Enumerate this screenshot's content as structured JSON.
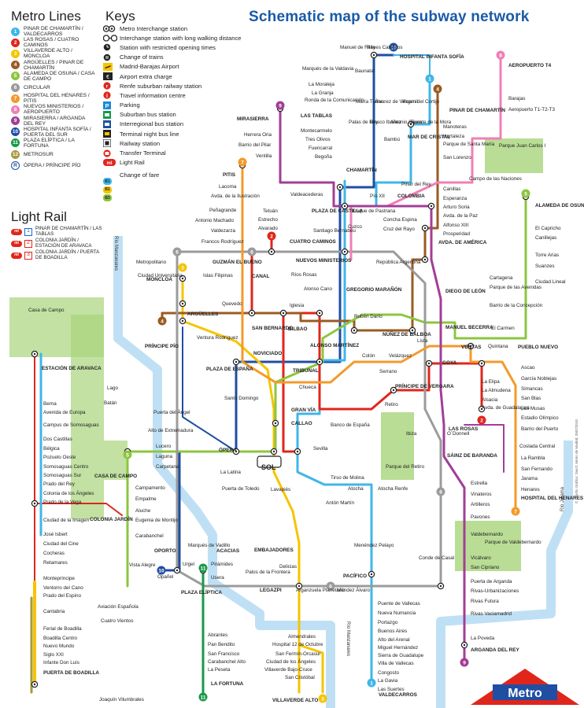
{
  "title": "Schematic map of the subway network",
  "metro_lines_heading": "Metro Lines",
  "keys_heading": "Keys",
  "light_rail_heading": "Light Rail",
  "colors": {
    "l1": "#3fb6e8",
    "l2": "#e0261b",
    "l3": "#f6c400",
    "l4": "#9a5b22",
    "l5": "#8cc63f",
    "l6": "#9b9b9b",
    "l7": "#f39a2a",
    "l8": "#f07fb6",
    "l9": "#a23e96",
    "l10": "#1f4ea3",
    "l11": "#179a48",
    "l12": "#a49a3d",
    "r": "#1f4ea3",
    "brand": "#1a5aa8",
    "metro_red": "#e0261b"
  },
  "lines": [
    {
      "num": "1",
      "text": "PINAR DE CHAMARTÍN / VALDECARROS",
      "color": "#3fb6e8"
    },
    {
      "num": "2",
      "text": "LAS ROSAS / CUATRO CAMINOS",
      "color": "#e0261b"
    },
    {
      "num": "3",
      "text": "VILLAVERDE ALTO / MONCLOA",
      "color": "#f6c400"
    },
    {
      "num": "4",
      "text": "ARGÜELLES / PINAR DE CHAMARTÍN",
      "color": "#9a5b22"
    },
    {
      "num": "5",
      "text": "ALAMEDA DE OSUNA / CASA DE CAMPO",
      "color": "#8cc63f"
    },
    {
      "num": "6",
      "text": "CIRCULAR",
      "color": "#9b9b9b"
    },
    {
      "num": "7",
      "text": "HOSPITAL DEL HENARES / PITIS",
      "color": "#f39a2a"
    },
    {
      "num": "8",
      "text": "NUEVOS MINISTERIOS / AEROPUERTO",
      "color": "#f07fb6"
    },
    {
      "num": "9",
      "text": "MIRASIERRA / ARGANDA DEL REY",
      "color": "#a23e96"
    },
    {
      "num": "10",
      "text": "HOSPITAL INFANTA SOFÍA / PUERTA DEL SUR",
      "color": "#1f4ea3"
    },
    {
      "num": "11",
      "text": "PLAZA ELÍPTICA / LA FORTUNA",
      "color": "#179a48"
    },
    {
      "num": "12",
      "text": "METROSUR",
      "color": "#a49a3d"
    },
    {
      "num": "R",
      "text": "ÓPERA / PRÍNCIPE PÍO",
      "color": "#ffffff"
    }
  ],
  "keys": [
    "Metro Interchange station",
    "Interchange station with long walking distance",
    "Station with restricted opening times",
    "Change of trains",
    "Madrid-Barajas Airport",
    "Airport extra charge",
    "Renfe suburban railway station",
    "Travel information centre",
    "Parking",
    "Suburban bus station",
    "Interregional bus station",
    "Terminal night bus line",
    "Railway station",
    "Transfer Terminal",
    "Light Rail",
    "Change of fare"
  ],
  "fare_badges": [
    "B1",
    "B2",
    "B3"
  ],
  "light_rail": [
    {
      "num": "1",
      "text": "PINAR DE CHAMARTÍN / LAS TABLAS"
    },
    {
      "num": "2",
      "text": "COLONIA JARDÍN / ESTACIÓN DE ARAVACA"
    },
    {
      "num": "3",
      "text": "COLONIA JARDÍN / PUERTA DE BOADILLA"
    }
  ],
  "stations": {
    "hospital_infanta_sofia": "HOSPITAL INFANTA SOFÍA",
    "manuel_de_falla": "Manuel de Falla",
    "reyes_catolicos": "Reyes Católicos",
    "baunatal": "Baunatal",
    "marques_valdavia": "Marqués de la Valdavia",
    "la_moraleja": "La Moraleja",
    "la_granja": "La Granja",
    "ronda_comunicacion": "Ronda de la Comunicación",
    "las_tablas": "LAS TABLAS",
    "montecarmelo": "Montecarmelo",
    "tres_olivos": "Tres Olivos",
    "fuencarral": "Fuencarral",
    "begona": "Begoña",
    "chamartin": "CHAMARTÍN",
    "maria_tudor": "María Tudor",
    "alvarez_villaamil": "Álvarez de Villaamil",
    "virgen_cortijo": "Virgen del Cortijo",
    "palas_de_rey": "Palas de Rey",
    "blasco_ibanez": "Blasco Ibáñez",
    "antonio_saura": "Antonio Saura",
    "fuente_mora": "Fuente de la Mora",
    "bambu": "Bambú",
    "pinar_chamartin": "PINAR DE CHAMARTÍN",
    "aeropuerto_t4": "AEROPUERTO T4",
    "barajas": "Barajas",
    "aeropuerto_t123": "Aeropuerto T1-T2-T3",
    "manoteras": "Manoteras",
    "hortaleza": "Hortaleza",
    "parque_santa_maria": "Parque de Santa María",
    "san_lorenzo": "San Lorenzo",
    "parque_juan_carlos": "Parque Juan Carlos I",
    "mar_de_cristal": "MAR DE CRISTAL",
    "mirasierra": "MIRASIERRA",
    "herrera_oria": "Herrera Oria",
    "barrio_pilar": "Barrio del Pilar",
    "ventilla": "Ventilla",
    "pitis": "PITIS",
    "lacoma": "Lacoma",
    "avda_ilustracion": "Avda. de la Ilustración",
    "penagrande": "Peñagrande",
    "antonio_machado": "Antonio Machado",
    "valdezarza": "Valdezarza",
    "francos_rodriguez": "Francos Rodríguez",
    "valdeacederas": "Valdeacederas",
    "tetuan": "Tetuán",
    "estrecho": "Estrecho",
    "alvarado": "Alvarado",
    "plaza_castilla": "PLAZA DE CASTILLA",
    "duque_pastrana": "Duque de Pastrana",
    "pio_xii": "Pío XII",
    "colombia": "COLOMBIA",
    "concha_espina": "Concha Espina",
    "cruz_del_rayo": "Cruz del Rayo",
    "santiago_bernabeu": "Santiago Bernabéu",
    "cuzco": "Cuzco",
    "pinar_del_rey": "Pinar del Rey",
    "campo_naciones": "Campo de las Naciones",
    "canillas": "Canillas",
    "esperanza": "Esperanza",
    "arturo_soria": "Arturo Soria",
    "avda_paz": "Avda. de la Paz",
    "alfonso_xiii": "Alfonso XIII",
    "prosperidad": "Prosperidad",
    "avda_america": "AVDA. DE AMÉRICA",
    "alameda_osuna": "ALAMEDA DE OSUNA",
    "el_capricho": "El Capricho",
    "canillejas": "Canillejas",
    "torre_arias": "Torre Arias",
    "suanzes": "Suanzes",
    "ciudad_lineal": "Ciudad Lineal",
    "cartagena": "Cartagena",
    "parque_avenidas": "Parque de las Avenidas",
    "barrio_concepcion": "Barrio de la Concepción",
    "metropolitano": "Metropolitano",
    "ciudad_universitaria": "Ciudad Universitaria",
    "guzman_el_bueno": "GUZMÁN EL BUENO",
    "islas_filipinas": "Islas Filipinas",
    "cuatro_caminos": "CUATRO CAMINOS",
    "canal": "CANAL",
    "nuevos_ministerios": "NUEVOS MINISTERIOS",
    "rios_rosas": "Ríos Rosas",
    "republica_argentina": "República Argentina",
    "alonso_cano": "Alonso Cano",
    "gregorio_maranon": "GREGORIO MARAÑÓN",
    "diego_de_leon": "DIEGO DE LEÓN",
    "moncloa": "MONCLOA",
    "arguelles": "ARGÜELLES",
    "quevedo": "Quevedo",
    "iglesia": "Iglesia",
    "ruben_dario": "Rubén Darío",
    "san_bernardo": "SAN BERNARDO",
    "bilbao": "BILBAO",
    "alonso_martinez": "ALONSO MARTÍNEZ",
    "nunez_balboa": "NÚÑEZ DE BALBOA",
    "lista": "Lista",
    "manuel_becerra": "MANUEL BECERRA",
    "el_carmen": "El Carmen",
    "ventas": "VENTAS",
    "quintana": "Quintana",
    "pueblo_nuevo": "PUEBLO NUEVO",
    "casa_campo_park": "Casa de Campo",
    "rio_manzanares": "Río Manzanares",
    "principe_pio": "PRÍNCIPE PÍO",
    "ventura_rodriguez": "Ventura Rodríguez",
    "plaza_espana": "PLAZA DE ESPAÑA",
    "noviciado": "NOVICIADO",
    "tribunal": "TRIBUNAL",
    "colon": "Colón",
    "velazquez": "Velázquez",
    "goya": "GOYA",
    "la_elipa": "La Elipa",
    "la_almudena": "La Almudena",
    "alsacia": "Alsacia",
    "avda_guadalajara": "Avda. de Guadalajara",
    "las_rosas": "LAS ROSAS",
    "ascao": "Ascao",
    "garcia_noblejas": "García Noblejas",
    "simancas": "Simancas",
    "san_blas": "San Blas",
    "las_musas": "Las Musas",
    "estadio_olimpico": "Estadio Olímpico",
    "estacion_aravaca": "ESTACIÓN DE ARAVACA",
    "berna": "Berna",
    "avda_europa": "Avenida de Europa",
    "campus_somosaguas": "Campus de Somosaguas",
    "dos_castillas": "Dos Castillas",
    "belgica": "Bélgica",
    "pozuelo_oeste": "Pozuelo Oeste",
    "somosaguas_centro": "Somosaguas Centro",
    "somosaguas_sur": "Somosaguas Sur",
    "prado_del_rey": "Prado del Rey",
    "colonia_angeles": "Colonia de los Ángeles",
    "prado_vega": "Prado de la Vega",
    "lago": "Lago",
    "batan": "Batán",
    "puerta_angel": "Puerta del Ángel",
    "alto_extremadura": "Alto de Extremadura",
    "santo_domingo": "Santo Domingo",
    "chueca": "Chueca",
    "gran_via": "GRAN VÍA",
    "callao": "CALLAO",
    "banco_espana": "Banco de España",
    "serrano": "Serrano",
    "principe_vergara": "PRÍNCIPE DE VERGARA",
    "retiro": "Retiro",
    "ibiza": "Ibiza",
    "odonnell": "O´Donnell",
    "barrio_puerto": "Barrio del Puerto",
    "coslada_central": "Coslada Central",
    "la_rambla": "La Rambla",
    "san_fernando": "San Fernando",
    "jarama": "Jarama",
    "henares": "Henares",
    "hospital_henares": "HOSPITAL DEL HENARES",
    "rio_jarama": "Río Jarama",
    "lucero": "Lucero",
    "laguna": "Laguna",
    "opera": "ÓPERA",
    "sol": "SOL",
    "sevilla": "Sevilla",
    "casa_de_campo": "CASA DE CAMPO",
    "carpetana": "Carpetana",
    "la_latina": "La Latina",
    "tirso_molina": "Tirso de Molina",
    "parque_retiro": "Parque del Retiro",
    "saenz_baranda": "SÁINZ DE BARANDA",
    "estrella": "Estrella",
    "vinateros": "Vinateros",
    "artilleros": "Artilleros",
    "pavones": "Pavones",
    "campamento": "Campamento",
    "empalme": "Empalme",
    "aluche": "Aluche",
    "eugenia_montijo": "Eugenia de Montijo",
    "carabanchel": "Carabanchel",
    "puerta_toledo": "Puerta de Toledo",
    "lavapies": "Lavapiés",
    "anton_martin": "Antón Martín",
    "atocha": "Atocha",
    "atocha_renfe": "Atocha Renfe",
    "colonia_jardin": "COLONIA JARDÍN",
    "ciudad_imagen": "Ciudad de la Imagen",
    "jose_isbert": "José Isbert",
    "ciudad_cine": "Ciudad del Cine",
    "cocheras": "Cocheras",
    "retamares": "Retamares",
    "oporto": "OPORTO",
    "vista_alegre": "Vista Alegre",
    "marques_vadillo": "Marqués de Vadillo",
    "urgel": "Urgel",
    "piramides": "Pirámides",
    "acacias": "ACACIAS",
    "embajadores": "EMBAJADORES",
    "menendez_pelayo": "Menéndez Pelayo",
    "conde_casal": "Conde de Casal",
    "valdebernardo": "Valdebernardo",
    "parque_valdebernardo": "Parque de Valdebernardo",
    "vicalvaro": "Vicálvaro",
    "san_cipriano": "San Cipriano",
    "puerta_arganda": "Puerta de Arganda",
    "opanel": "Opañel",
    "usera": "Usera",
    "palos_frontera": "Palos de la Frontera",
    "delicias": "Delicias",
    "legazpi": "LEGAZPI",
    "arganzuela": "Arganzuela Planetario",
    "mendez_alvaro": "Méndez Álvaro",
    "pacifico": "PACÍFICO",
    "rivas_urbanizaciones": "Rivas-Urbanizaciones",
    "rivas_futura": "Rivas Futura",
    "rivas_vaciamadrid": "Rivas Vaciamadrid",
    "monteprincipe": "Montepríncipe",
    "ventorro_cano": "Ventorro del Cano",
    "prado_espino": "Prado del Espino",
    "cantabria": "Cantabria",
    "abrantes": "Abrantes",
    "pan_bendito": "Pan Bendito",
    "san_francisco": "San Francisco",
    "carabanchel_alto": "Carabanchel Alto",
    "la_peseta": "La Peseta",
    "plaza_eliptica": "PLAZA ELÍPTICA",
    "almendrales": "Almendrales",
    "hospital_12": "Hospital 12 de Octubre",
    "san_fermin": "San Fermín-Orcasur",
    "ciudad_angeles": "Ciudad de los Ángeles",
    "villaverde_bajo": "Villaverde Bajo-Cruce",
    "san_cristobal": "San Cristóbal",
    "puente_vallecas": "Puente de Vallecas",
    "nueva_numancia": "Nueva Numancia",
    "portazgo": "Portazgo",
    "buenos_aires": "Buenos Aires",
    "alto_arenal": "Alto del Arenal",
    "miguel_hernandez": "Miguel Hernández",
    "sierra_guadalupe": "Sierra de Guadalupe",
    "villa_vallecas": "Villa de Vallecas",
    "congosto": "Congosto",
    "la_gavia": "La Gavia",
    "las_suertes": "Las Suertes",
    "la_poveda": "La Poveda",
    "arganda_rey": "ARGANDA DEL REY",
    "aluche_ventas": "Aviación Española",
    "cuatro_vientos": "Cuatro Vientos",
    "ferial_boadilla": "Ferial de Boadilla",
    "boadilla_centro": "Boadilla Centro",
    "nuevo_mundo": "Nuevo Mundo",
    "siglo_xxi": "Siglo XXI",
    "infante_don_luis": "Infante Don Luis",
    "puerta_boadilla": "PUERTA DE BOADILLA",
    "joaquin_vilumbrales": "Joaquín Vilumbrales",
    "la_fortuna": "LA FORTUNA",
    "valdecarros": "VALDECARROS",
    "villaverde_alto": "VILLAVERDE ALTO"
  },
  "metro_logo": "Metro",
  "copyright": "© Diseño Gráfico: SwoT, Metro de Madrid, 2007/2010"
}
